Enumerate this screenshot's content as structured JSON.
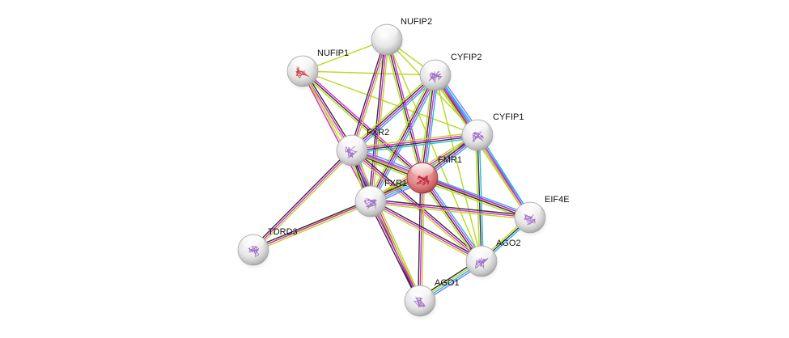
{
  "title": "Protein interaction network",
  "query_protein": "FMR1",
  "edge_colors": {
    "experiments": "#e020e0",
    "databases": "#20b8e0",
    "textmining": "#b8d820",
    "coexpression": "#333333",
    "homology": "#8080ff"
  },
  "node_colors": {
    "query": "#d86868",
    "query_glyph": "#c0203a",
    "default": "#d8d8d8",
    "structure_glyph": "#a070c8",
    "nufip1_glyph": "#d04040"
  },
  "nodes": [
    {
      "id": "NUFIP2",
      "label": "NUFIP2",
      "structure": false,
      "query": false
    },
    {
      "id": "NUFIP1",
      "label": "NUFIP1",
      "structure": true,
      "query": false
    },
    {
      "id": "CYFIP2",
      "label": "CYFIP2",
      "structure": true,
      "query": false
    },
    {
      "id": "CYFIP1",
      "label": "CYFIP1",
      "structure": true,
      "query": false
    },
    {
      "id": "FXR2",
      "label": "FXR2",
      "structure": true,
      "query": false
    },
    {
      "id": "FMR1",
      "label": "FMR1",
      "structure": true,
      "query": true
    },
    {
      "id": "FXR1",
      "label": "FXR1",
      "structure": true,
      "query": false
    },
    {
      "id": "EIF4E",
      "label": "EIF4E",
      "structure": true,
      "query": false
    },
    {
      "id": "TDRD3",
      "label": "TDRD3",
      "structure": true,
      "query": false
    },
    {
      "id": "AGO2",
      "label": "AGO2",
      "structure": true,
      "query": false
    },
    {
      "id": "AGO1",
      "label": "AGO1",
      "structure": true,
      "query": false
    }
  ],
  "edges": [
    {
      "source": "NUFIP1",
      "target": "NUFIP2",
      "evidence": [
        "textmining"
      ]
    },
    {
      "source": "NUFIP1",
      "target": "CYFIP2",
      "evidence": [
        "textmining"
      ]
    },
    {
      "source": "NUFIP1",
      "target": "CYFIP1",
      "evidence": [
        "textmining"
      ]
    },
    {
      "source": "NUFIP1",
      "target": "FXR2",
      "evidence": [
        "coexpression",
        "experiments",
        "textmining"
      ]
    },
    {
      "source": "NUFIP1",
      "target": "FXR1",
      "evidence": [
        "textmining",
        "experiments"
      ]
    },
    {
      "source": "NUFIP1",
      "target": "FMR1",
      "evidence": [
        "experiments",
        "coexpression",
        "textmining"
      ]
    },
    {
      "source": "NUFIP2",
      "target": "CYFIP2",
      "evidence": [
        "textmining"
      ]
    },
    {
      "source": "NUFIP2",
      "target": "CYFIP1",
      "evidence": [
        "textmining"
      ]
    },
    {
      "source": "NUFIP2",
      "target": "FXR2",
      "evidence": [
        "textmining",
        "experiments",
        "coexpression"
      ]
    },
    {
      "source": "NUFIP2",
      "target": "FXR1",
      "evidence": [
        "textmining",
        "experiments",
        "coexpression"
      ]
    },
    {
      "source": "NUFIP2",
      "target": "FMR1",
      "evidence": [
        "experiments",
        "coexpression",
        "textmining"
      ]
    },
    {
      "source": "NUFIP2",
      "target": "AGO2",
      "evidence": [
        "textmining"
      ]
    },
    {
      "source": "CYFIP2",
      "target": "CYFIP1",
      "evidence": [
        "homology",
        "databases",
        "experiments",
        "coexpression",
        "textmining"
      ]
    },
    {
      "source": "CYFIP2",
      "target": "FXR2",
      "evidence": [
        "databases",
        "experiments",
        "coexpression",
        "textmining"
      ]
    },
    {
      "source": "CYFIP2",
      "target": "FXR1",
      "evidence": [
        "databases",
        "experiments",
        "coexpression",
        "textmining"
      ]
    },
    {
      "source": "CYFIP2",
      "target": "FMR1",
      "evidence": [
        "databases",
        "experiments",
        "coexpression",
        "textmining"
      ]
    },
    {
      "source": "CYFIP2",
      "target": "EIF4E",
      "evidence": [
        "databases",
        "experiments",
        "textmining"
      ]
    },
    {
      "source": "CYFIP2",
      "target": "AGO2",
      "evidence": [
        "textmining"
      ]
    },
    {
      "source": "CYFIP1",
      "target": "FXR2",
      "evidence": [
        "databases",
        "coexpression",
        "experiments",
        "textmining"
      ]
    },
    {
      "source": "CYFIP1",
      "target": "FXR1",
      "evidence": [
        "databases",
        "experiments",
        "textmining"
      ]
    },
    {
      "source": "CYFIP1",
      "target": "FMR1",
      "evidence": [
        "databases",
        "experiments",
        "coexpression",
        "textmining"
      ]
    },
    {
      "source": "CYFIP1",
      "target": "EIF4E",
      "evidence": [
        "databases",
        "experiments",
        "textmining"
      ]
    },
    {
      "source": "CYFIP1",
      "target": "AGO2",
      "evidence": [
        "databases",
        "coexpression",
        "textmining"
      ]
    },
    {
      "source": "FXR2",
      "target": "FMR1",
      "evidence": [
        "homology",
        "databases",
        "experiments",
        "coexpression",
        "textmining"
      ]
    },
    {
      "source": "FXR2",
      "target": "FXR1",
      "evidence": [
        "homology",
        "databases",
        "experiments",
        "coexpression",
        "textmining"
      ]
    },
    {
      "source": "FXR2",
      "target": "TDRD3",
      "evidence": [
        "textmining",
        "experiments",
        "coexpression"
      ]
    },
    {
      "source": "FXR2",
      "target": "AGO2",
      "evidence": [
        "coexpression",
        "experiments",
        "textmining"
      ]
    },
    {
      "source": "FXR2",
      "target": "AGO1",
      "evidence": [
        "textmining",
        "experiments",
        "coexpression"
      ]
    },
    {
      "source": "FXR2",
      "target": "EIF4E",
      "evidence": [
        "experiments",
        "textmining"
      ]
    },
    {
      "source": "FMR1",
      "target": "FXR1",
      "evidence": [
        "homology",
        "databases",
        "experiments",
        "coexpression",
        "textmining"
      ]
    },
    {
      "source": "FMR1",
      "target": "EIF4E",
      "evidence": [
        "databases",
        "experiments",
        "coexpression",
        "textmining"
      ]
    },
    {
      "source": "FMR1",
      "target": "AGO2",
      "evidence": [
        "databases",
        "experiments",
        "coexpression",
        "textmining"
      ]
    },
    {
      "source": "FMR1",
      "target": "AGO1",
      "evidence": [
        "textmining",
        "experiments",
        "coexpression"
      ]
    },
    {
      "source": "FMR1",
      "target": "TDRD3",
      "evidence": [
        "textmining"
      ]
    },
    {
      "source": "FXR1",
      "target": "TDRD3",
      "evidence": [
        "textmining",
        "experiments",
        "coexpression"
      ]
    },
    {
      "source": "FXR1",
      "target": "EIF4E",
      "evidence": [
        "coexpression",
        "experiments",
        "textmining"
      ]
    },
    {
      "source": "FXR1",
      "target": "AGO2",
      "evidence": [
        "coexpression",
        "experiments",
        "textmining"
      ]
    },
    {
      "source": "FXR1",
      "target": "AGO1",
      "evidence": [
        "textmining",
        "experiments",
        "coexpression"
      ]
    },
    {
      "source": "EIF4E",
      "target": "AGO2",
      "evidence": [
        "databases",
        "coexpression",
        "textmining"
      ]
    },
    {
      "source": "AGO2",
      "target": "AGO1",
      "evidence": [
        "homology",
        "databases",
        "textmining",
        "coexpression"
      ]
    }
  ]
}
